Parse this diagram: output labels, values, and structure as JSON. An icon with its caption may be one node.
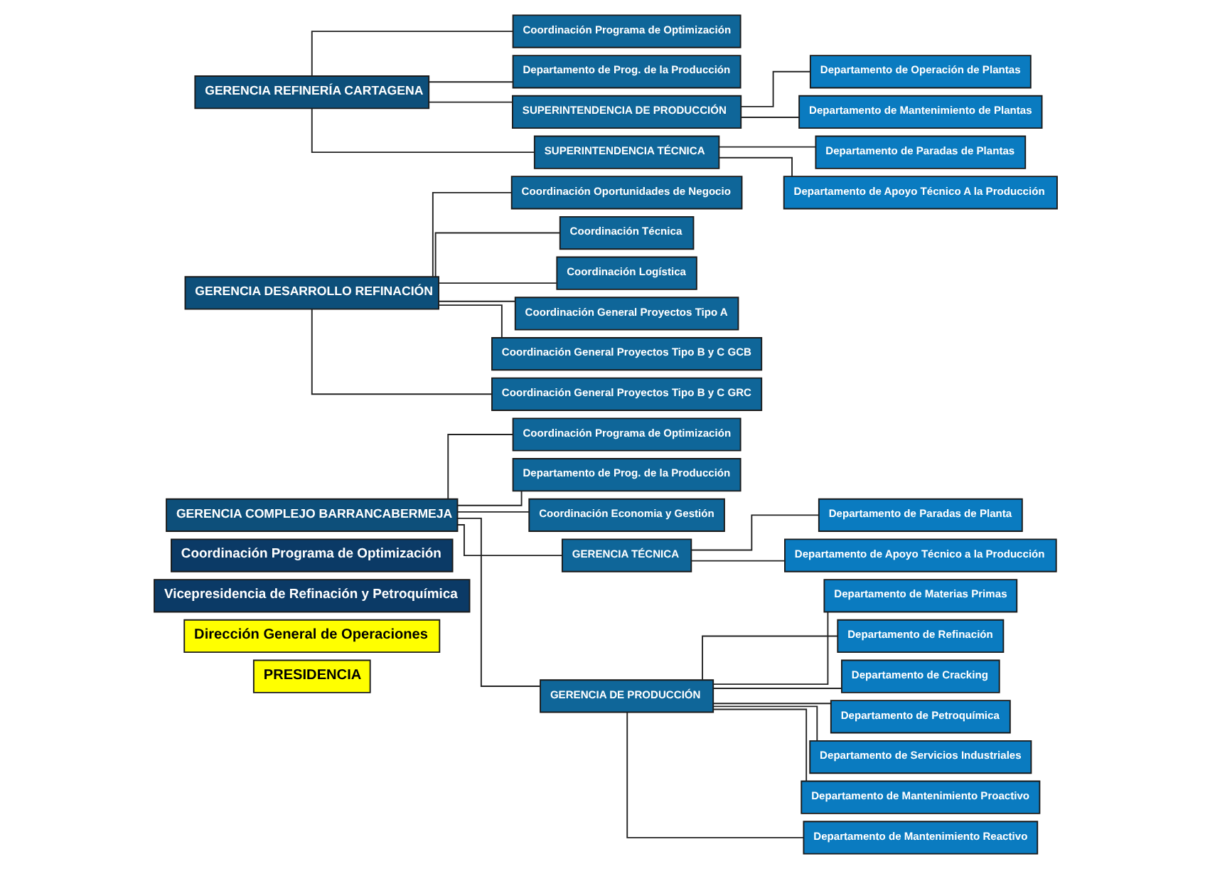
{
  "diagram": {
    "nodes": [
      {
        "text": [
          "PRESIDENCIA"
        ]
      },
      {
        "text": [
          "Dirección General de Operaciones"
        ]
      },
      {
        "text": [
          "Vicepresidencia de Refinación y Petroquímica"
        ]
      },
      {
        "text": [
          "Coordinación Programa de Optimización"
        ]
      },
      {
        "text": [
          "GERENCIA COMPLEJO BARRANCABERMEJA"
        ]
      },
      {
        "text": [
          "GERENCIA DESARROLLO REFINACIÓN"
        ]
      },
      {
        "text": [
          "GERENCIA REFINERÍA CARTAGENA"
        ]
      },
      {
        "text": [
          "Coordinación Programa de Optimización"
        ]
      },
      {
        "text": [
          "Departamento de Prog. de la Producción"
        ]
      },
      {
        "text": [
          "Coordinación Economia y Gestión"
        ]
      },
      {
        "text": [
          "GERENCIA TÉCNICA"
        ]
      },
      {
        "text": [
          "Departamento de Paradas de Planta"
        ]
      },
      {
        "text": [
          "Departamento de Apoyo Técnico a la Producción"
        ]
      },
      {
        "text": [
          "GERENCIA DE PRODUCCIÓN"
        ]
      },
      {
        "text": [
          "Departamento de Materias Primas"
        ]
      },
      {
        "text": [
          "Departamento de Refinación"
        ]
      },
      {
        "text": [
          "Departamento de Cracking"
        ]
      },
      {
        "text": [
          "Departamento de Petroquímica"
        ]
      },
      {
        "text": [
          "Departamento de Servicios Industriales"
        ]
      },
      {
        "text": [
          "Departamento de Mantenimiento Proactivo"
        ]
      },
      {
        "text": [
          "Departamento de Mantenimiento Reactivo"
        ]
      },
      {
        "text": [
          "Coordinación Oportunidades de Negocio"
        ]
      },
      {
        "text": [
          "Coordinación Técnica"
        ]
      },
      {
        "text": [
          "Coordinación Logística"
        ]
      },
      {
        "text": [
          "Coordinación General Proyectos Tipo A"
        ]
      },
      {
        "text": [
          "Coordinación General Proyectos Tipo B y C GCB"
        ]
      },
      {
        "text": [
          "Coordinación General Proyectos Tipo B y C GRC"
        ]
      },
      {
        "text": [
          "Coordinación Programa de Optimización"
        ]
      },
      {
        "text": [
          "Departamento de Prog. de la Producción"
        ]
      },
      {
        "text": [
          "SUPERINTENDENCIA DE PRODUCCIÓN"
        ]
      },
      {
        "text": [
          "Departamento de Operación de Plantas"
        ]
      },
      {
        "text": [
          "Departamento de Mantenimiento de Plantas"
        ]
      },
      {
        "text": [
          "SUPERINTENDENCIA TÉCNICA"
        ]
      },
      {
        "text": [
          "Departamento de Paradas de Plantas"
        ]
      },
      {
        "text": [
          "Departamento de Apoyo Técnico A la Producción"
        ]
      }
    ],
    "edges": [
      {
        "from": 4,
        "to": 7,
        "arrow": "none"
      },
      {
        "from": 4,
        "to": 8,
        "arrow": "none"
      },
      {
        "from": 4,
        "to": 9,
        "arrow": "none"
      },
      {
        "from": 4,
        "to": 10,
        "arrow": "none"
      },
      {
        "from": 10,
        "to": 11,
        "arrow": "none"
      },
      {
        "from": 10,
        "to": 12,
        "arrow": "none"
      },
      {
        "from": 4,
        "to": 13,
        "arrow": "none"
      },
      {
        "from": 13,
        "to": 14,
        "arrow": "none"
      },
      {
        "from": 13,
        "to": 15,
        "arrow": "none"
      },
      {
        "from": 13,
        "to": 16,
        "arrow": "none"
      },
      {
        "from": 13,
        "to": 17,
        "arrow": "none"
      },
      {
        "from": 13,
        "to": 18,
        "arrow": "none"
      },
      {
        "from": 13,
        "to": 19,
        "arrow": "none"
      },
      {
        "from": 13,
        "to": 20,
        "arrow": "none"
      },
      {
        "from": 5,
        "to": 21,
        "arrow": "none"
      },
      {
        "from": 5,
        "to": 22,
        "arrow": "none"
      },
      {
        "from": 5,
        "to": 23,
        "arrow": "none"
      },
      {
        "from": 5,
        "to": 24,
        "arrow": "none"
      },
      {
        "from": 5,
        "to": 25,
        "arrow": "none"
      },
      {
        "from": 5,
        "to": 26,
        "arrow": "none"
      },
      {
        "from": 6,
        "to": 27,
        "arrow": "none"
      },
      {
        "from": 6,
        "to": 28,
        "arrow": "none"
      },
      {
        "from": 6,
        "to": 29,
        "arrow": "none"
      },
      {
        "from": 29,
        "to": 30,
        "arrow": "none"
      },
      {
        "from": 29,
        "to": 31,
        "arrow": "none"
      },
      {
        "from": 6,
        "to": 32,
        "arrow": "none"
      },
      {
        "from": 32,
        "to": 33,
        "arrow": "none"
      },
      {
        "from": 32,
        "to": 34,
        "arrow": "none"
      }
    ]
  }
}
